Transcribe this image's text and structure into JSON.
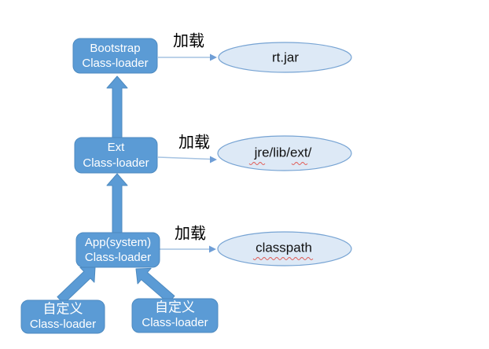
{
  "diagram": {
    "boxes": {
      "bootstrap": {
        "line1": "Bootstrap",
        "line2": "Class-loader"
      },
      "ext": {
        "line1": "Ext",
        "line2": "Class-loader"
      },
      "app": {
        "line1": "App(system)",
        "line2": "Class-loader"
      },
      "custom_left": {
        "line1": "自定义",
        "line2": "Class-loader"
      },
      "custom_right": {
        "line1": "自定义",
        "line2": "Class-loader"
      }
    },
    "targets": {
      "rt_jar": "rt.jar",
      "jre_lib_ext": "jre/lib/ext/",
      "classpath": "classpath"
    },
    "load_label": "加载",
    "colors": {
      "box_fill": "#5b9bd5",
      "box_border": "#4d8ac0",
      "box_text": "#ffffff",
      "ellipse_fill": "#dde9f6",
      "ellipse_border": "#76a3d3",
      "thick_arrow": "#5b9bd5",
      "thick_arrow_border": "#4d8ac0",
      "thin_arrow": "#a6c3e2",
      "thin_arrow_head": "#6f9ed6",
      "spell_color": "#e03c31"
    }
  }
}
